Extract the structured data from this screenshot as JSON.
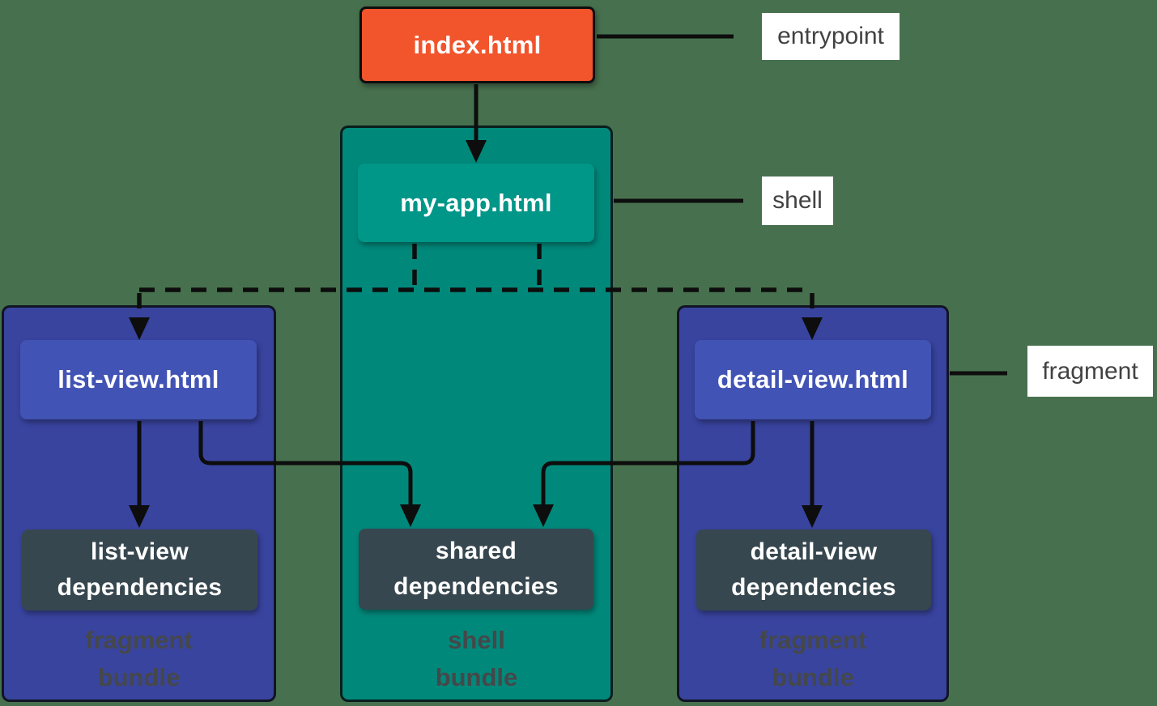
{
  "diagram_title": "web app bundling diagram",
  "nodes": {
    "index": {
      "label": "index.html"
    },
    "my_app": {
      "label": "my-app.html"
    },
    "list_view": {
      "label": "list-view.html"
    },
    "detail_view": {
      "label": "detail-view.html"
    },
    "list_view_deps": {
      "line1": "list-view",
      "line2": "dependencies"
    },
    "shared_deps": {
      "line1": "shared",
      "line2": "dependencies"
    },
    "detail_view_deps": {
      "line1": "detail-view",
      "line2": "dependencies"
    }
  },
  "containers": {
    "fragment_bundle_left": {
      "line1": "fragment",
      "line2": "bundle"
    },
    "shell_bundle": {
      "line1": "shell",
      "line2": "bundle"
    },
    "fragment_bundle_right": {
      "line1": "fragment",
      "line2": "bundle"
    }
  },
  "annotations": {
    "entrypoint": "entrypoint",
    "shell": "shell",
    "fragment": "fragment"
  },
  "colors": {
    "background": "#47714E",
    "entry_node": "#F2542B",
    "shell_container": "#00897B",
    "shell_node": "#009688",
    "fragment_container": "#39449F",
    "fragment_node": "#4153B4",
    "deps_node": "#37474F",
    "wire": "#0D0D0D",
    "annotation_bg": "#FFFFFF",
    "annotation_text": "#424242",
    "caption_text": "#45484A",
    "node_text": "#FFFFFF"
  }
}
